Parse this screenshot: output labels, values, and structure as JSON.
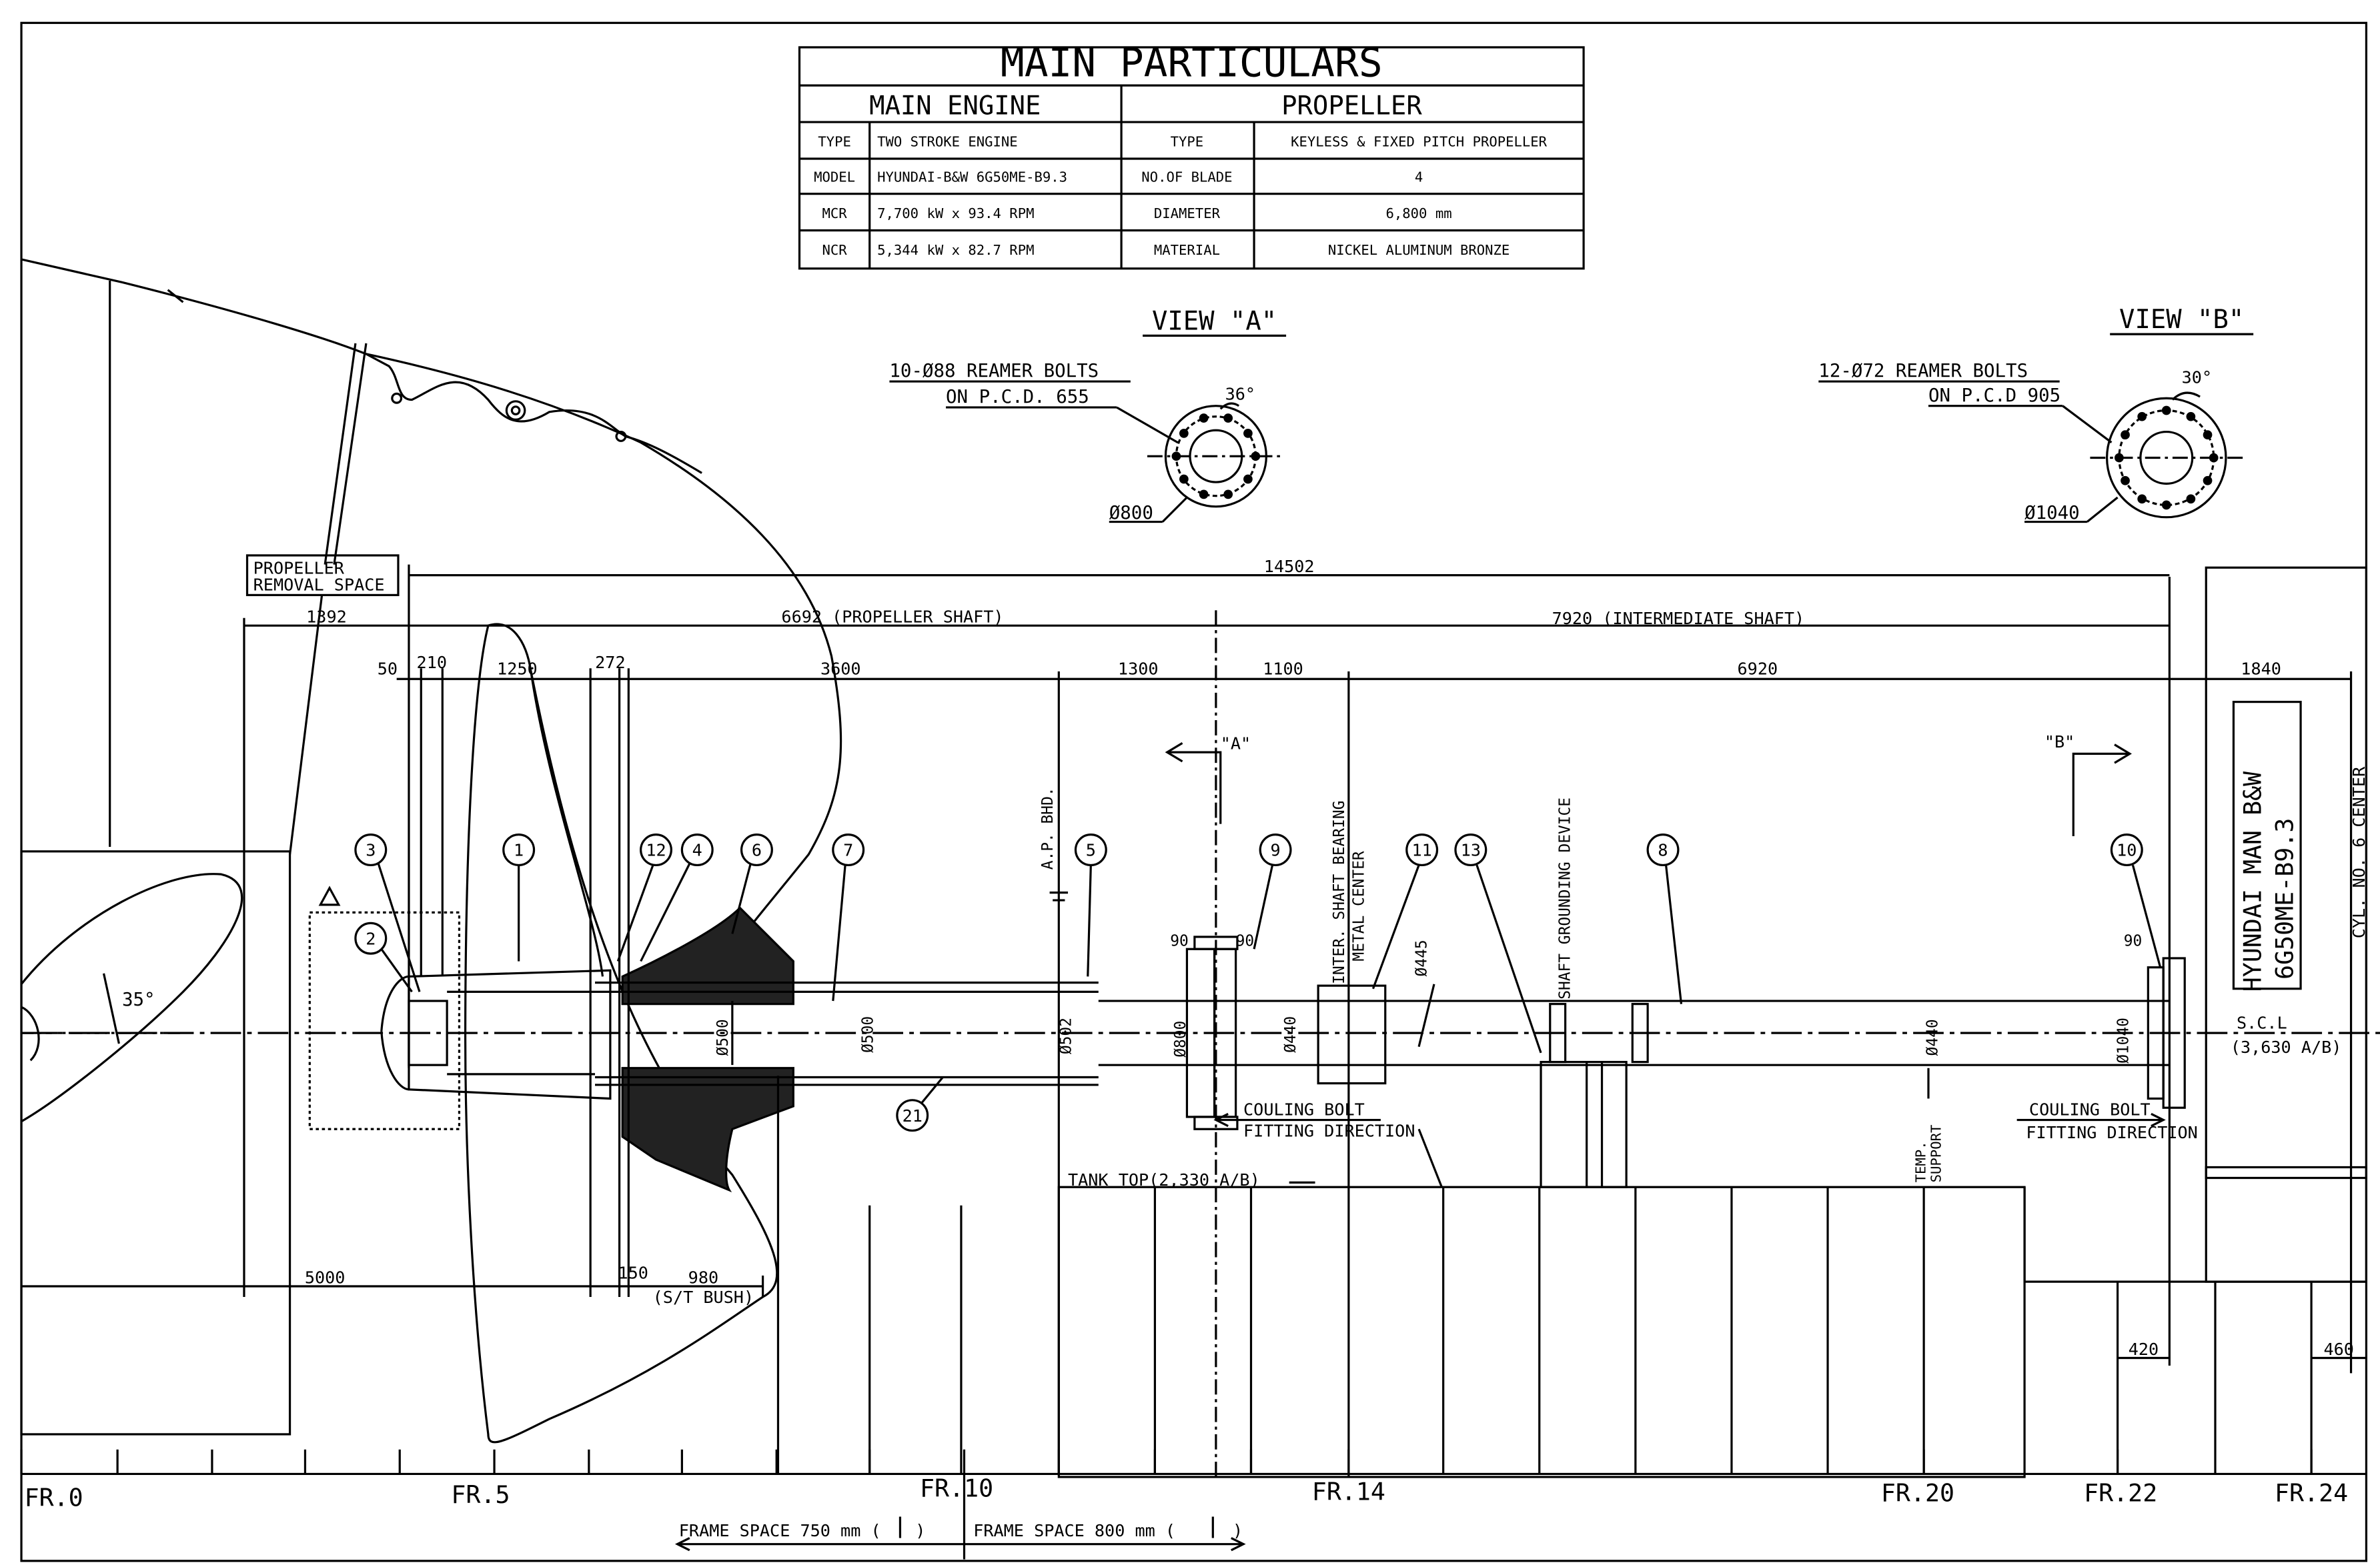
{
  "particulars": {
    "title": "MAIN PARTICULARS",
    "engine_header": "MAIN ENGINE",
    "propeller_header": "PROPELLER",
    "rows": [
      {
        "k1": "TYPE",
        "v1": "TWO STROKE ENGINE",
        "k2": "TYPE",
        "v2": "KEYLESS & FIXED PITCH PROPELLER"
      },
      {
        "k1": "MODEL",
        "v1": "HYUNDAI-B&W 6G50ME-B9.3",
        "k2": "NO.OF BLADE",
        "v2": "4"
      },
      {
        "k1": "MCR",
        "v1": "7,700 kW x 93.4 RPM",
        "k2": "DIAMETER",
        "v2": "6,800 mm"
      },
      {
        "k1": "NCR",
        "v1": "5,344 kW x 82.7 RPM",
        "k2": "MATERIAL",
        "v2": "NICKEL ALUMINUM BRONZE"
      }
    ]
  },
  "views": {
    "a": {
      "title": "VIEW \"A\"",
      "bolts": "10-Ø88 REAMER BOLTS",
      "pcd": "ON  P.C.D. 655",
      "angle": "36°",
      "dia": "Ø800"
    },
    "b": {
      "title": "VIEW \"B\"",
      "bolts": "12-Ø72 REAMER BOLTS",
      "pcd": "ON P.C.D 905",
      "angle": "30°",
      "dia": "Ø1040"
    }
  },
  "labels": {
    "removal_1": "PROPELLER",
    "removal_2": "REMOVAL SPACE",
    "overall": "14502",
    "removal_dim": "1392",
    "prop_shaft": "6692 (PROPELLER SHAFT)",
    "inter_shaft": "7920 (INTERMEDIATE SHAFT)",
    "dims": [
      "50",
      "210",
      "1250",
      "272",
      "3600",
      "1300",
      "1100",
      "6920",
      "1840"
    ],
    "ap_bhd": "A.P. BHD.",
    "arrow_a": "\"A\"",
    "arrow_b": "\"B\"",
    "bearing_1": "INTER. SHAFT BEARING",
    "bearing_2": "METAL CENTER",
    "grounding": "SHAFT GROUNDING DEVICE",
    "engine_1": "HYUNDAI MAN B&W",
    "engine_2": "6G50ME-B9.3",
    "cyl": "CYL. NO. 6 CENTER",
    "scl_1": "S.C.L",
    "scl_2": "(3,630 A/B)",
    "angle_35": "35°",
    "d500a": "Ø500",
    "d500b": "Ø500",
    "d502": "Ø502",
    "d800": "Ø800",
    "d440a": "Ø440",
    "d445": "Ø445",
    "d440b": "Ø440",
    "d1040": "Ø1040",
    "d90a": "90",
    "d90b": "90",
    "d90c": "90",
    "couling_1a": "COULING BOLT",
    "couling_1b": "FITTING DIRECTION",
    "couling_2a": "COULING BOLT",
    "couling_2b": "FITTING DIRECTION",
    "tank_top": "TANK TOP(2,330 A/B)",
    "temp_support_1": "TEMP.",
    "temp_support_2": "SUPPORT",
    "dim_5000": "5000",
    "dim_150": "150",
    "dim_980": "980",
    "st_bush": "(S/T BUSH)",
    "dim_420": "420",
    "dim_460": "460",
    "frames": [
      "FR.0",
      "FR.5",
      "FR.10",
      "FR.14",
      "FR.20",
      "FR.22",
      "FR.24"
    ],
    "frame_space_1": "FRAME SPACE 750 mm (",
    "frame_space_2": "FRAME SPACE 800 mm (",
    "balloons": [
      "1",
      "2",
      "3",
      "4",
      "5",
      "6",
      "7",
      "8",
      "9",
      "10",
      "11",
      "12",
      "13",
      "21"
    ]
  }
}
